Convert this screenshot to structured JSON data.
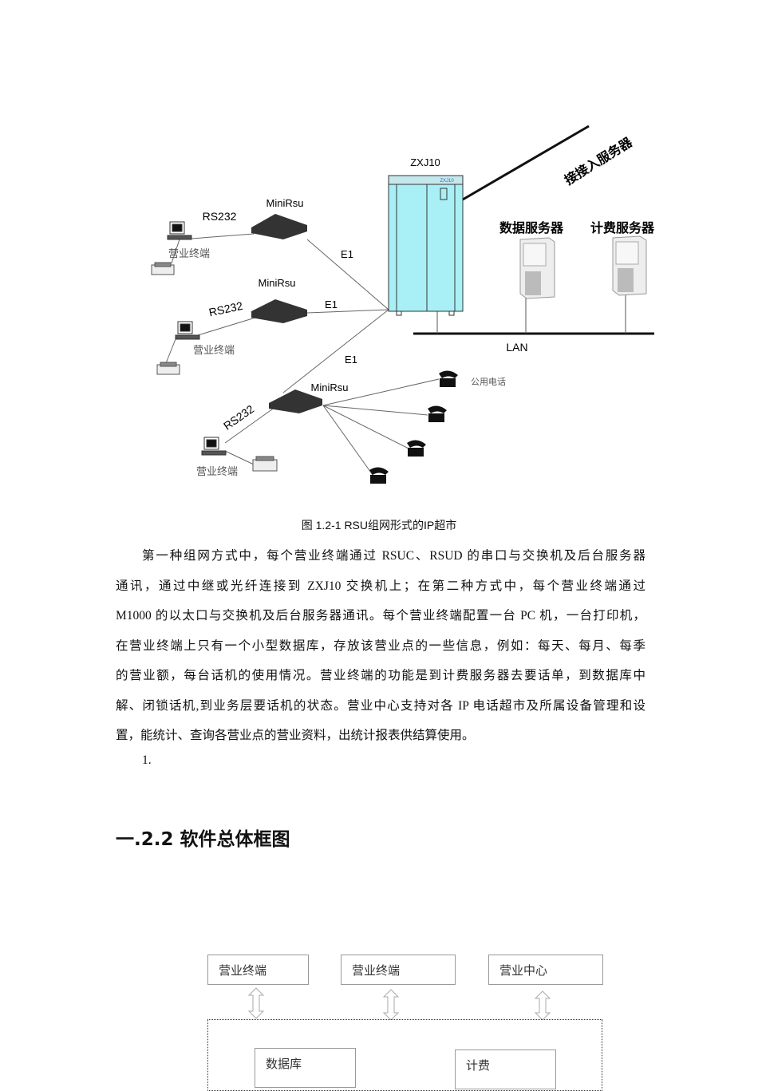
{
  "figure": {
    "switch_label": "ZXJ10",
    "switch_badge": "ZXJ10",
    "access_server_label": "接接入服务器",
    "data_server_label": "数据服务器",
    "billing_server_label": "计费服务器",
    "lan_label": "LAN",
    "minirsu_label": "MiniRsu",
    "rs232_label": "RS232",
    "e1_label": "E1",
    "terminal_label": "营业终端",
    "payphone_label": "公用电话",
    "caption": "图  1.2-1 RSU组网形式的IP超市"
  },
  "body": {
    "lines": [
      "第一种组网方式中，每个营业终端通过 RSUC、RSUD 的串口与交换机及后台服务器",
      "通讯，通过中继或光纤连接到 ZXJ10 交换机上；在第二种方式中，每个营业终端通过",
      "M1000 的以太口与交换机及后台服务器通讯。每个营业终端配置一台 PC 机，一台打印机，",
      "在营业终端上只有一个小型数据库，存放该营业点的一些信息，例如：每天、每月、每季",
      "的营业额，每台话机的使用情况。营业终端的功能是到计费服务器去要话单，到数据库中",
      "解、闭锁话机,到业务层要话机的状态。营业中心支持对各 IP 电话超市及所属设备管理和设",
      "置，能统计、查询各营业点的营业资料，出统计报表供结算使用。"
    ],
    "list_marker": "1."
  },
  "section": {
    "heading": "一.2.2 软件总体框图"
  },
  "block_diagram": {
    "top_boxes": [
      "营业终端",
      "营业终端",
      "营业中心"
    ],
    "inner_boxes": [
      "数据库",
      "计费"
    ]
  }
}
